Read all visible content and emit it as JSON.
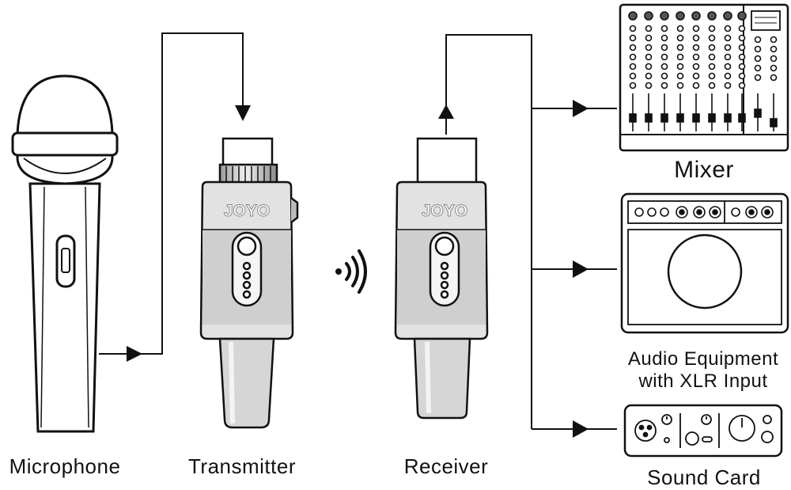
{
  "brand": "JOYO",
  "labels": {
    "microphone": "Microphone",
    "transmitter": "Transmitter",
    "receiver": "Receiver",
    "mixer": "Mixer",
    "audio_equipment_line1": "Audio Equipment",
    "audio_equipment_line2": "with XLR Input",
    "sound_card": "Sound Card"
  },
  "colors": {
    "ink": "#111111",
    "body_gray": "#d9d9d9",
    "panel_gray": "#bdbdbd"
  },
  "icons": [
    "wireless-signal-icon",
    "microphone-icon",
    "mixer-icon",
    "amplifier-icon",
    "sound-card-icon"
  ]
}
